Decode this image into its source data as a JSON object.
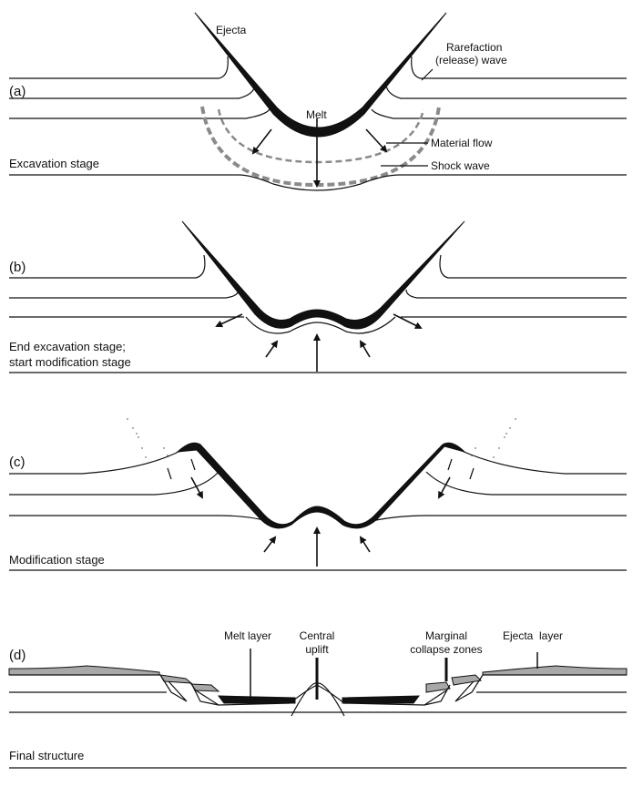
{
  "panels": {
    "a": {
      "letter": "(a)",
      "stage": "Excavation stage",
      "ejecta": "Ejecta",
      "rarefaction_1": "Rarefaction",
      "rarefaction_2": "(release) wave",
      "melt": "Melt",
      "material_flow": "Material flow",
      "shock_wave": "Shock wave"
    },
    "b": {
      "letter": "(b)",
      "stage_1": "End excavation stage;",
      "stage_2": "start modification stage"
    },
    "c": {
      "letter": "(c)",
      "stage": "Modification stage"
    },
    "d": {
      "letter": "(d)",
      "stage": "Final structure",
      "melt_layer": "Melt layer",
      "central_1": "Central",
      "central_2": "uplift",
      "marginal_1": "Marginal",
      "marginal_2": "collapse zones",
      "ejecta_layer": "Ejecta  layer"
    }
  }
}
